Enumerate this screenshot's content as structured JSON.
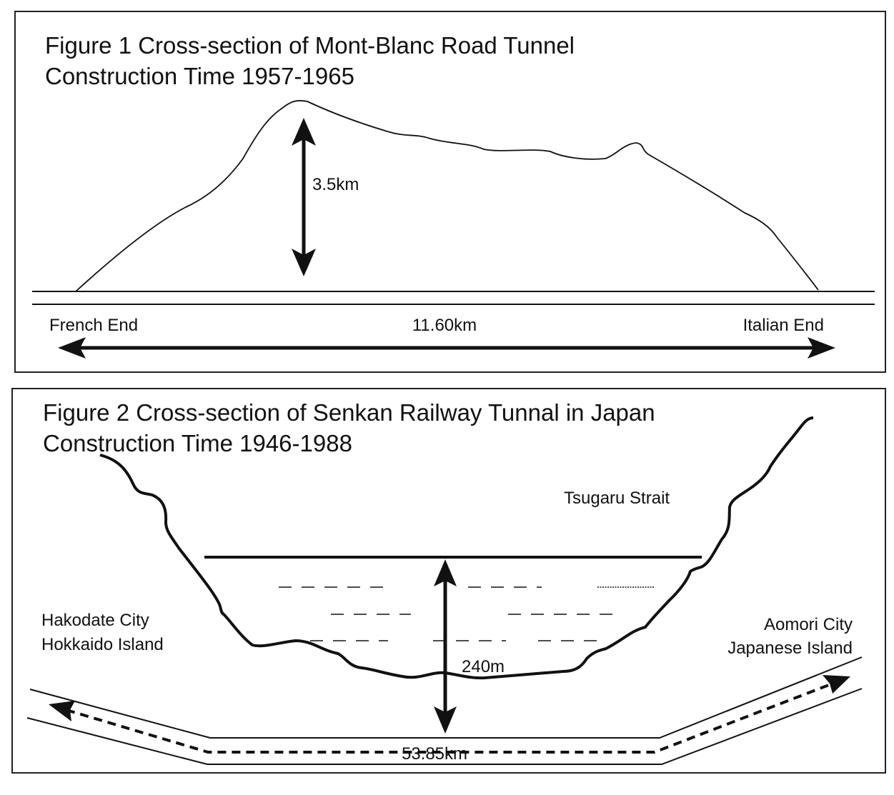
{
  "figure1": {
    "title_line1": "Figure 1 Cross-section of Mont-Blanc Road Tunnel",
    "title_line2": "Construction Time 1957-1965",
    "height_label": "3.5km",
    "left_end_label": "French End",
    "length_label": "11.60km",
    "right_end_label": "Italian End"
  },
  "figure2": {
    "title_line1": "Figure 2 Cross-section of Senkan Railway Tunnal in Japan",
    "title_line2": "Construction Time 1946-1988",
    "strait_label": "Tsugaru Strait",
    "left_city_line1": "Hakodate City",
    "left_city_line2": "Hokkaido Island",
    "right_city_line1": "Aomori City",
    "right_city_line2": "Japanese Island",
    "depth_label": "240m",
    "length_label": "53.85km"
  },
  "colors": {
    "line": "#111111",
    "background": "#ffffff",
    "border": "#222222"
  }
}
